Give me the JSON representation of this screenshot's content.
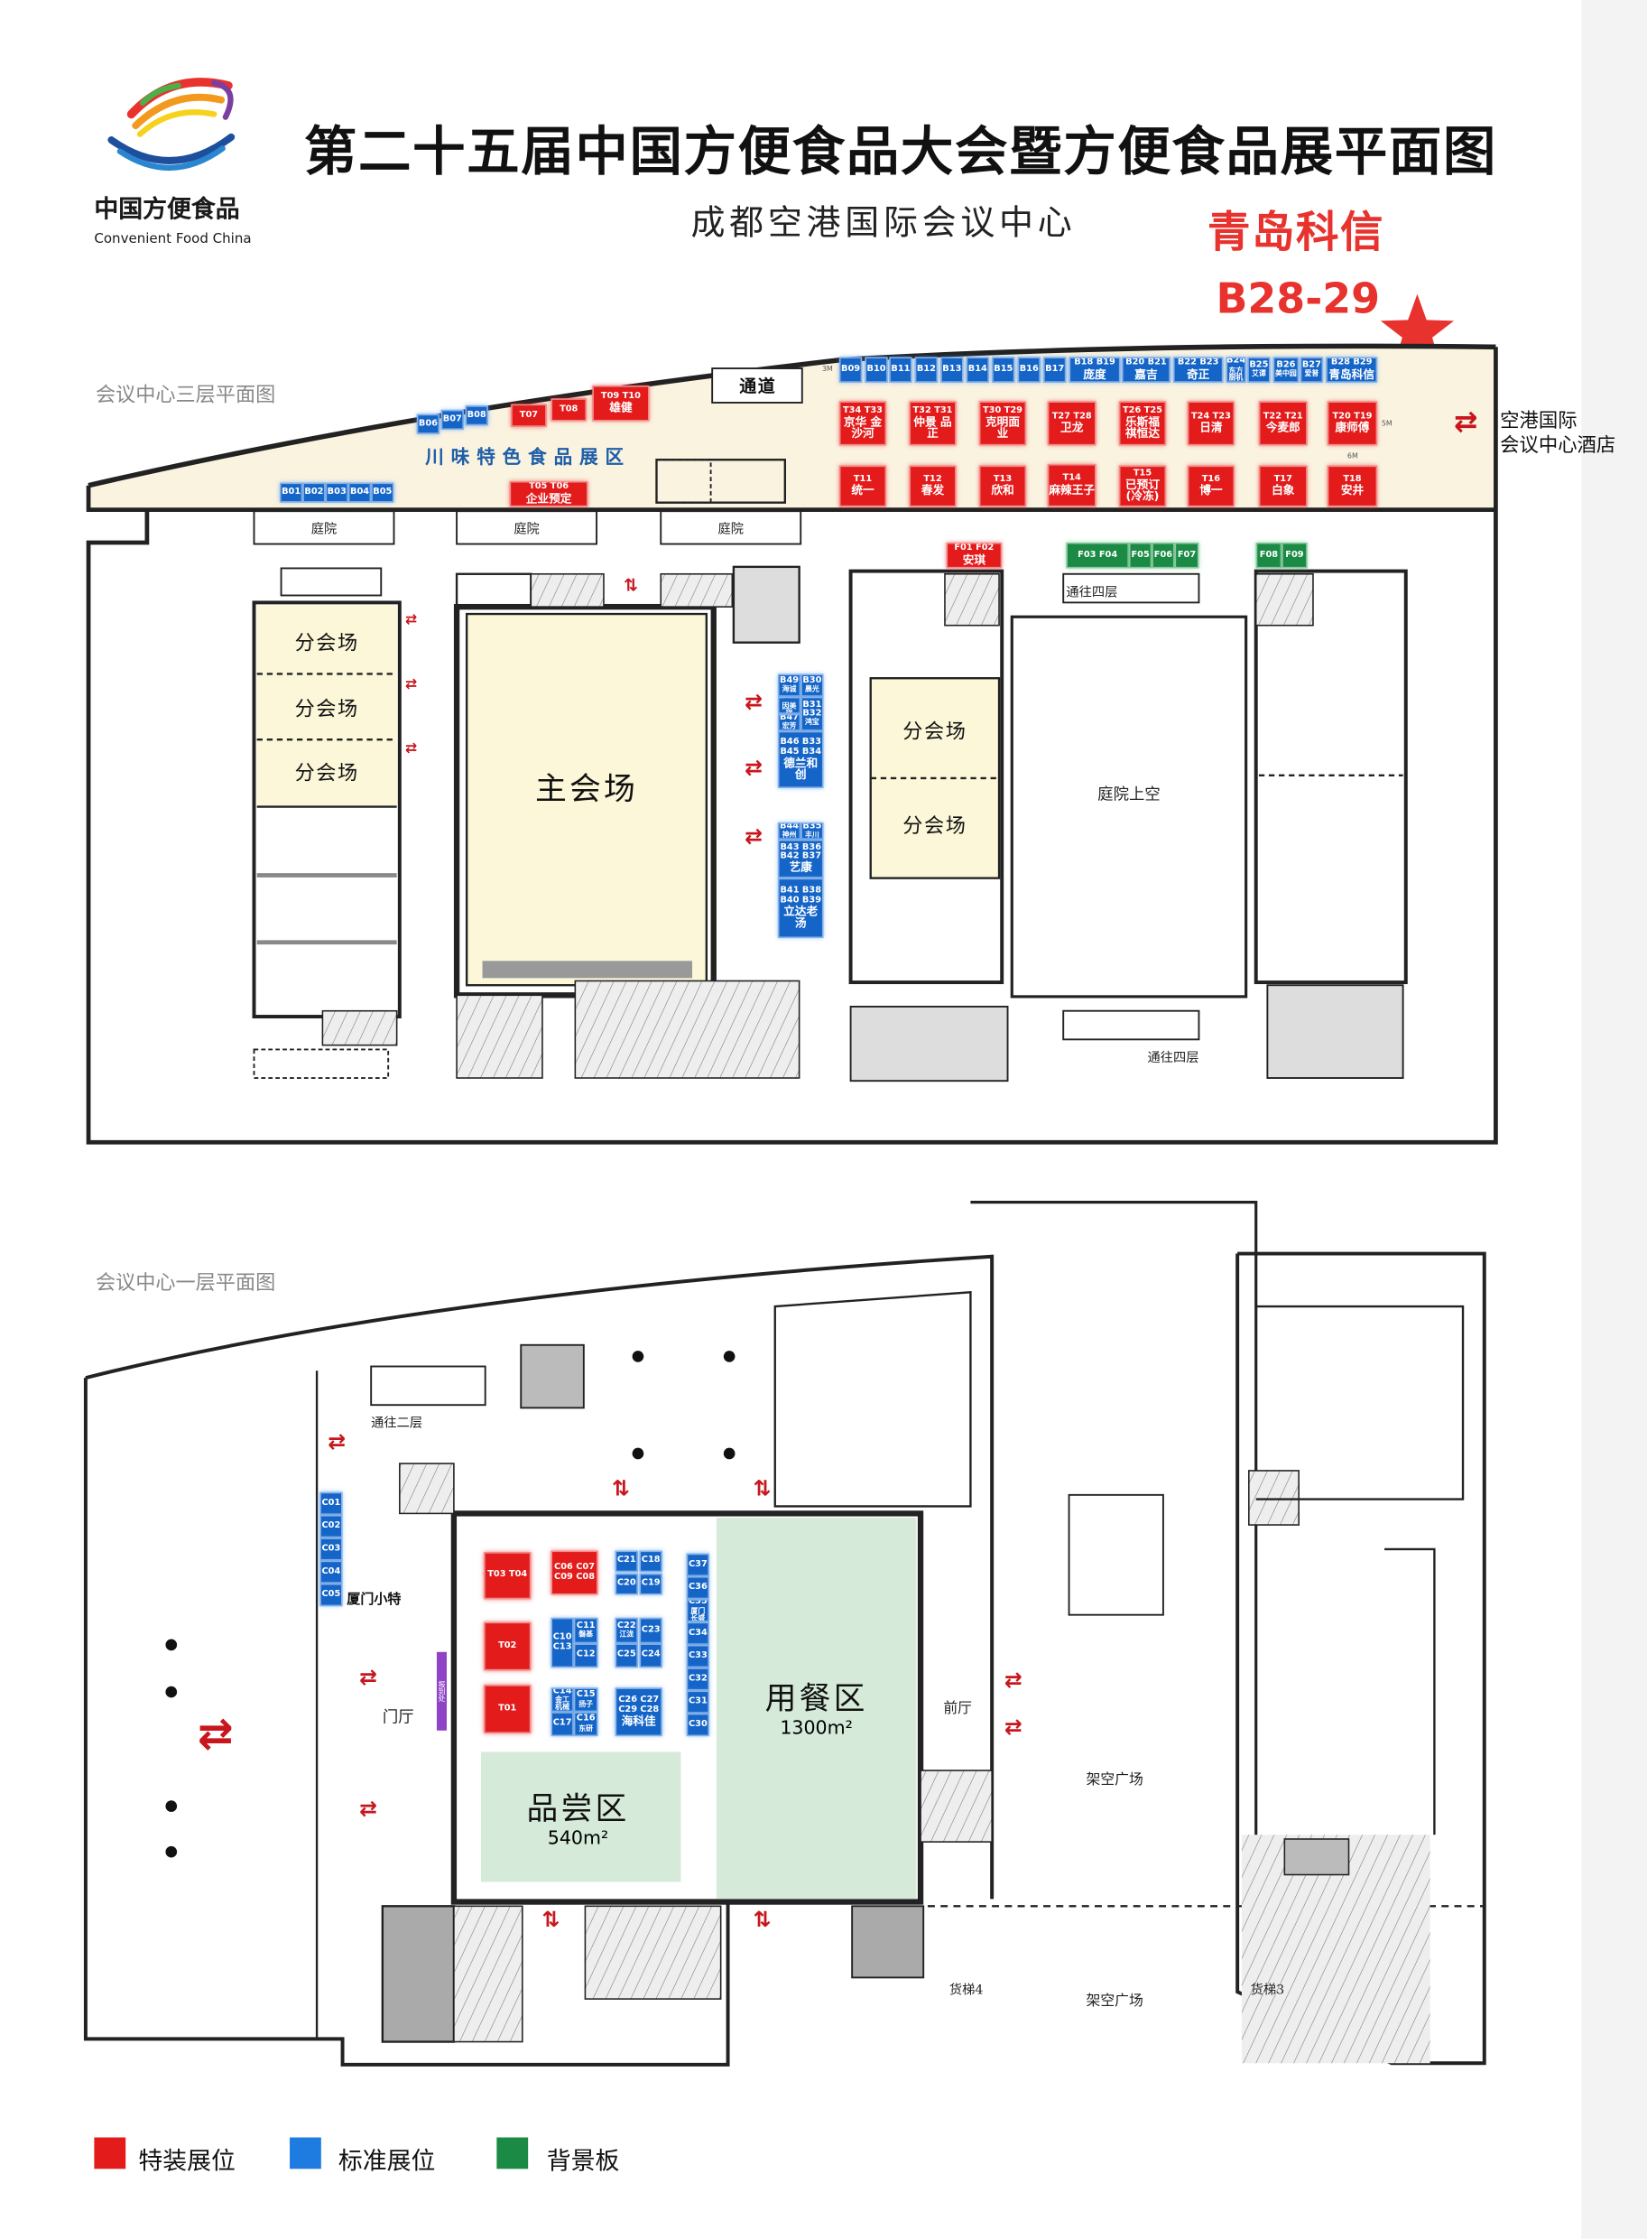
{
  "header": {
    "logo_cn": "中国方便食品",
    "logo_en": "Convenient Food China",
    "title": "第二十五届中国方便食品大会暨方便食品展平面图",
    "venue": "成都空港国际会议中心",
    "highlight_company": "青岛科信",
    "highlight_booth": "B28-29"
  },
  "hotel_link": {
    "line1": "空港国际",
    "line2": "会议中心酒店"
  },
  "floor3": {
    "label": "会议中心三层平面图",
    "zone_title": "川味特色食品展区",
    "passage": "通道",
    "courtyards": [
      "庭院",
      "庭院",
      "庭院"
    ],
    "sub_venues": [
      "分会场",
      "分会场",
      "分会场",
      "分会场",
      "分会场"
    ],
    "main_venue": "主会场",
    "atrium": "庭院上空",
    "to_4f_top": "通往四层",
    "to_4f_bottom": "通往四层",
    "dims": {
      "w3": "3M",
      "w5": "5M",
      "w6": "6M"
    },
    "booths": [
      {
        "code": "B01",
        "name": "",
        "kind": "blue"
      },
      {
        "code": "B02",
        "name": "",
        "kind": "blue"
      },
      {
        "code": "B03",
        "name": "",
        "kind": "blue"
      },
      {
        "code": "B04",
        "name": "",
        "kind": "blue"
      },
      {
        "code": "B05",
        "name": "",
        "kind": "blue"
      },
      {
        "code": "B06",
        "name": "",
        "kind": "blue"
      },
      {
        "code": "B07",
        "name": "",
        "kind": "blue"
      },
      {
        "code": "B08",
        "name": "",
        "kind": "blue"
      },
      {
        "code": "T07",
        "name": "",
        "kind": "red"
      },
      {
        "code": "T08",
        "name": "",
        "kind": "red"
      },
      {
        "code": "T09 T10",
        "name": "雄健",
        "kind": "red"
      },
      {
        "code": "T05 T06",
        "name": "企业预定",
        "kind": "red"
      },
      {
        "code": "B09",
        "name": "",
        "kind": "blue"
      },
      {
        "code": "B10",
        "name": "",
        "kind": "blue"
      },
      {
        "code": "B11",
        "name": "",
        "kind": "blue"
      },
      {
        "code": "B12",
        "name": "",
        "kind": "blue"
      },
      {
        "code": "B13",
        "name": "",
        "kind": "blue"
      },
      {
        "code": "B14",
        "name": "",
        "kind": "blue"
      },
      {
        "code": "B15",
        "name": "",
        "kind": "blue"
      },
      {
        "code": "B16",
        "name": "",
        "kind": "blue"
      },
      {
        "code": "B17",
        "name": "",
        "kind": "blue"
      },
      {
        "code": "B18 B19",
        "name": "庞度",
        "kind": "blue"
      },
      {
        "code": "B20 B21",
        "name": "嘉吉",
        "kind": "blue"
      },
      {
        "code": "B22 B23",
        "name": "奇正",
        "kind": "blue"
      },
      {
        "code": "B24",
        "name": "东方厨机",
        "kind": "blue"
      },
      {
        "code": "B25",
        "name": "艾谭",
        "kind": "blue"
      },
      {
        "code": "B26",
        "name": "美中园",
        "kind": "blue"
      },
      {
        "code": "B27",
        "name": "爱普",
        "kind": "blue"
      },
      {
        "code": "B28 B29",
        "name": "青岛科信",
        "kind": "blue"
      },
      {
        "code": "T34 T33",
        "name": "京华 金沙河",
        "kind": "red"
      },
      {
        "code": "T32 T31",
        "name": "仲景 品正",
        "kind": "red"
      },
      {
        "code": "T30 T29",
        "name": "克明面业",
        "kind": "red"
      },
      {
        "code": "T27 T28",
        "name": "卫龙",
        "kind": "red"
      },
      {
        "code": "T26 T25",
        "name": "乐斯福 祺恒达",
        "kind": "red"
      },
      {
        "code": "T24 T23",
        "name": "日清",
        "kind": "red"
      },
      {
        "code": "T22 T21",
        "name": "今麦郎",
        "kind": "red"
      },
      {
        "code": "T20 T19",
        "name": "康师傅",
        "kind": "red"
      },
      {
        "code": "T11",
        "name": "统一",
        "kind": "red"
      },
      {
        "code": "T12",
        "name": "春发",
        "kind": "red"
      },
      {
        "code": "T13",
        "name": "欣和",
        "kind": "red"
      },
      {
        "code": "T14",
        "name": "麻辣王子",
        "kind": "red"
      },
      {
        "code": "T15",
        "name": "已预订(冷冻)",
        "kind": "red"
      },
      {
        "code": "T16",
        "name": "博一",
        "kind": "red"
      },
      {
        "code": "T17",
        "name": "白象",
        "kind": "red"
      },
      {
        "code": "T18",
        "name": "安井",
        "kind": "red"
      },
      {
        "code": "B49",
        "name": "海诚",
        "kind": "blue"
      },
      {
        "code": "B30",
        "name": "晨光",
        "kind": "blue"
      },
      {
        "code": "B48",
        "name": "因美琪",
        "kind": "blue"
      },
      {
        "code": "B47",
        "name": "宏芳",
        "kind": "blue"
      },
      {
        "code": "B31 B32",
        "name": "鸿宝",
        "kind": "blue"
      },
      {
        "code": "B46 B33 B45 B34",
        "name": "德兰和创",
        "kind": "blue"
      },
      {
        "code": "B44",
        "name": "神州",
        "kind": "blue"
      },
      {
        "code": "B35",
        "name": "丰川",
        "kind": "blue"
      },
      {
        "code": "B43 B36 B42 B37",
        "name": "艺康",
        "kind": "blue"
      },
      {
        "code": "B41 B38 B40 B39",
        "name": "立达老汤",
        "kind": "blue"
      },
      {
        "code": "F01 F02",
        "name": "安琪",
        "kind": "red"
      },
      {
        "code": "F03 F04",
        "name": "",
        "kind": "green"
      },
      {
        "code": "F05",
        "name": "",
        "kind": "green"
      },
      {
        "code": "F06",
        "name": "",
        "kind": "green"
      },
      {
        "code": "F07",
        "name": "",
        "kind": "green"
      },
      {
        "code": "F08",
        "name": "",
        "kind": "green"
      },
      {
        "code": "F09",
        "name": "",
        "kind": "green"
      }
    ]
  },
  "floor1": {
    "label": "会议中心一层平面图",
    "to_2f": "通往二层",
    "lobby": "门厅",
    "front_hall": "前厅",
    "plaza": [
      "架空广场",
      "架空广场"
    ],
    "freight": [
      "货梯4",
      "货梯3"
    ],
    "registration": "报到处",
    "xiamen_label": "厦门小特",
    "dining": {
      "name": "用餐区",
      "area": "1300m²"
    },
    "tasting": {
      "name": "品尝区",
      "area": "540m²"
    },
    "booths": [
      {
        "code": "T03 T04",
        "name": "",
        "kind": "red"
      },
      {
        "code": "T02",
        "name": "",
        "kind": "red"
      },
      {
        "code": "T01",
        "name": "",
        "kind": "red"
      },
      {
        "code": "C06 C07 C09 C08",
        "name": "",
        "kind": "red"
      },
      {
        "code": "C21",
        "name": "",
        "kind": "blue"
      },
      {
        "code": "C18",
        "name": "",
        "kind": "blue"
      },
      {
        "code": "C20",
        "name": "",
        "kind": "blue"
      },
      {
        "code": "C19",
        "name": "",
        "kind": "blue"
      },
      {
        "code": "C10 C13",
        "name": "",
        "kind": "blue"
      },
      {
        "code": "C11",
        "name": "磐基",
        "kind": "blue"
      },
      {
        "code": "C12",
        "name": "",
        "kind": "blue"
      },
      {
        "code": "C22",
        "name": "江泷",
        "kind": "blue"
      },
      {
        "code": "C23",
        "name": "",
        "kind": "blue"
      },
      {
        "code": "C25",
        "name": "",
        "kind": "blue"
      },
      {
        "code": "C24",
        "name": "",
        "kind": "blue"
      },
      {
        "code": "C14",
        "name": "金工机械",
        "kind": "blue"
      },
      {
        "code": "C15",
        "name": "扬子",
        "kind": "blue"
      },
      {
        "code": "C17",
        "name": "",
        "kind": "blue"
      },
      {
        "code": "C16",
        "name": "东研",
        "kind": "blue"
      },
      {
        "code": "C26 C27 C29 C28",
        "name": "海科佳",
        "kind": "blue"
      },
      {
        "code": "C37",
        "name": "",
        "kind": "blue"
      },
      {
        "code": "C36",
        "name": "",
        "kind": "blue"
      },
      {
        "code": "C35",
        "name": "厦门长盛",
        "kind": "blue"
      },
      {
        "code": "C34",
        "name": "",
        "kind": "blue"
      },
      {
        "code": "C33",
        "name": "",
        "kind": "blue"
      },
      {
        "code": "C32",
        "name": "",
        "kind": "blue"
      },
      {
        "code": "C31",
        "name": "",
        "kind": "blue"
      },
      {
        "code": "C30",
        "name": "",
        "kind": "blue"
      },
      {
        "code": "C01",
        "name": "",
        "kind": "blue"
      },
      {
        "code": "C02",
        "name": "",
        "kind": "blue"
      },
      {
        "code": "C03",
        "name": "",
        "kind": "blue"
      },
      {
        "code": "C04",
        "name": "",
        "kind": "blue"
      },
      {
        "code": "C05",
        "name": "",
        "kind": "blue"
      }
    ]
  },
  "legend": [
    {
      "label": "特装展位",
      "color": "#e31b1b"
    },
    {
      "label": "标准展位",
      "color": "#1e7be0"
    },
    {
      "label": "背景板",
      "color": "#1b8a45"
    }
  ]
}
